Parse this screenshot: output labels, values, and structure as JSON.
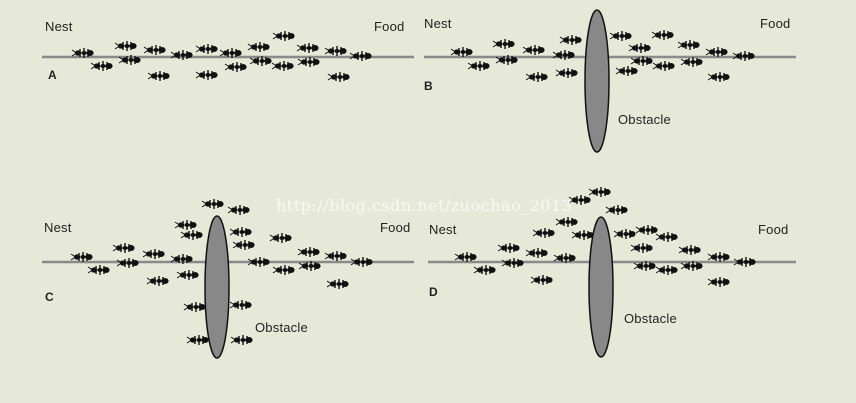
{
  "colors": {
    "background": "#e6e8d8",
    "path": "#8a8a8a",
    "obstacle_fill": "#888888",
    "ant": "#111111"
  },
  "panels": [
    {
      "id": "A",
      "nest": "Nest",
      "food": "Food",
      "obstacle": ""
    },
    {
      "id": "B",
      "nest": "Nest",
      "food": "Food",
      "obstacle": "Obstacle"
    },
    {
      "id": "C",
      "nest": "Nest",
      "food": "Food",
      "obstacle": "Obstacle"
    },
    {
      "id": "D",
      "nest": "Nest",
      "food": "Food",
      "obstacle": "Obstacle"
    }
  ],
  "watermark": "http://blog.csdn.net/zuochao_2013"
}
